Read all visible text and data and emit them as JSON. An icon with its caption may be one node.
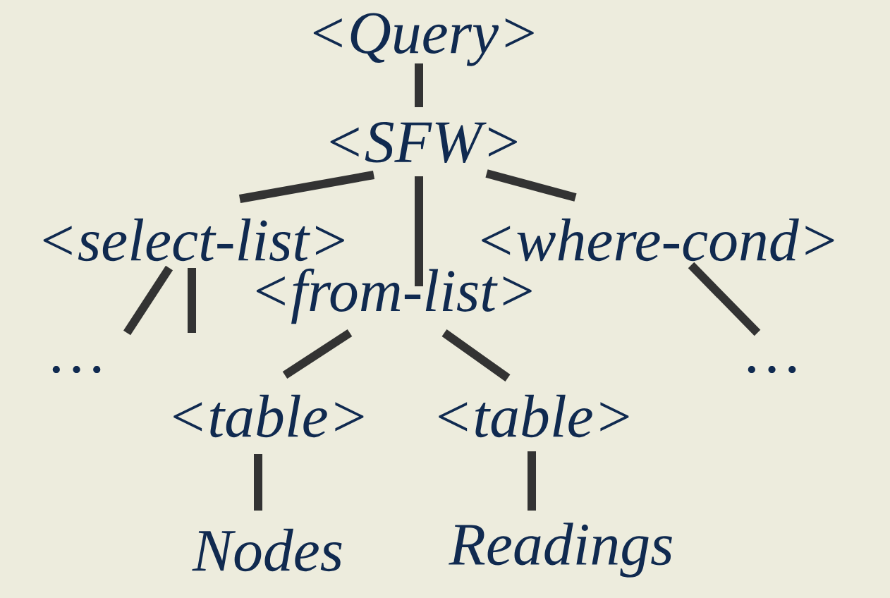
{
  "diagram": {
    "nodes": [
      {
        "text": [
          "<Query>"
        ]
      },
      {
        "text": [
          "<SFW>"
        ]
      },
      {
        "text": [
          "<select-list>"
        ]
      },
      {
        "text": [
          "<from-list>"
        ]
      },
      {
        "text": [
          "<where-cond>"
        ]
      },
      {
        "text": [
          "…"
        ]
      },
      {
        "text": [
          "…"
        ]
      },
      {
        "text": [
          "<table>"
        ]
      },
      {
        "text": [
          "<table>"
        ]
      },
      {
        "text": [
          "Nodes"
        ]
      },
      {
        "text": [
          "Readings"
        ]
      }
    ],
    "edges": [
      {
        "from": 0,
        "to": 1,
        "arrow": "none"
      },
      {
        "from": 1,
        "to": 2,
        "arrow": "none"
      },
      {
        "from": 1,
        "to": 3,
        "arrow": "none"
      },
      {
        "from": 1,
        "to": 4,
        "arrow": "none"
      },
      {
        "from": 2,
        "to": 5,
        "arrow": "none"
      },
      {
        "from": 2,
        "to": null,
        "arrow": "none"
      },
      {
        "from": 3,
        "to": 7,
        "arrow": "none"
      },
      {
        "from": 3,
        "to": 8,
        "arrow": "none"
      },
      {
        "from": 4,
        "to": 6,
        "arrow": "none"
      },
      {
        "from": 7,
        "to": 9,
        "arrow": "none"
      },
      {
        "from": 8,
        "to": 10,
        "arrow": "none"
      }
    ]
  }
}
